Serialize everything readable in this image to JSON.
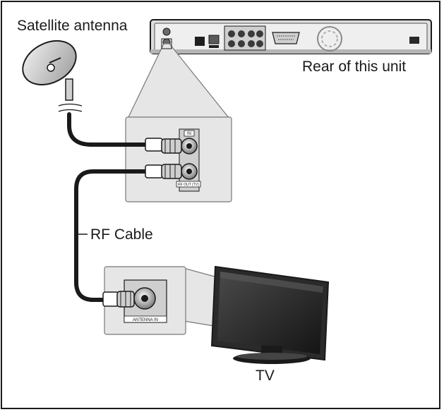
{
  "labels": {
    "satellite": "Satellite antenna",
    "rear": "Rear of this unit",
    "rf_cable": "RF Cable",
    "tv": "TV"
  },
  "panel_text": {
    "unit_in": "IN",
    "unit_out": "RF OUT (TV)",
    "tv_in": "ANTENNA IN"
  },
  "colors": {
    "line": "#1a1a1a",
    "panel_fill": "#e6e6e6",
    "unit_fill": "#d9d9d9",
    "accent_gray": "#9a9a9a"
  }
}
